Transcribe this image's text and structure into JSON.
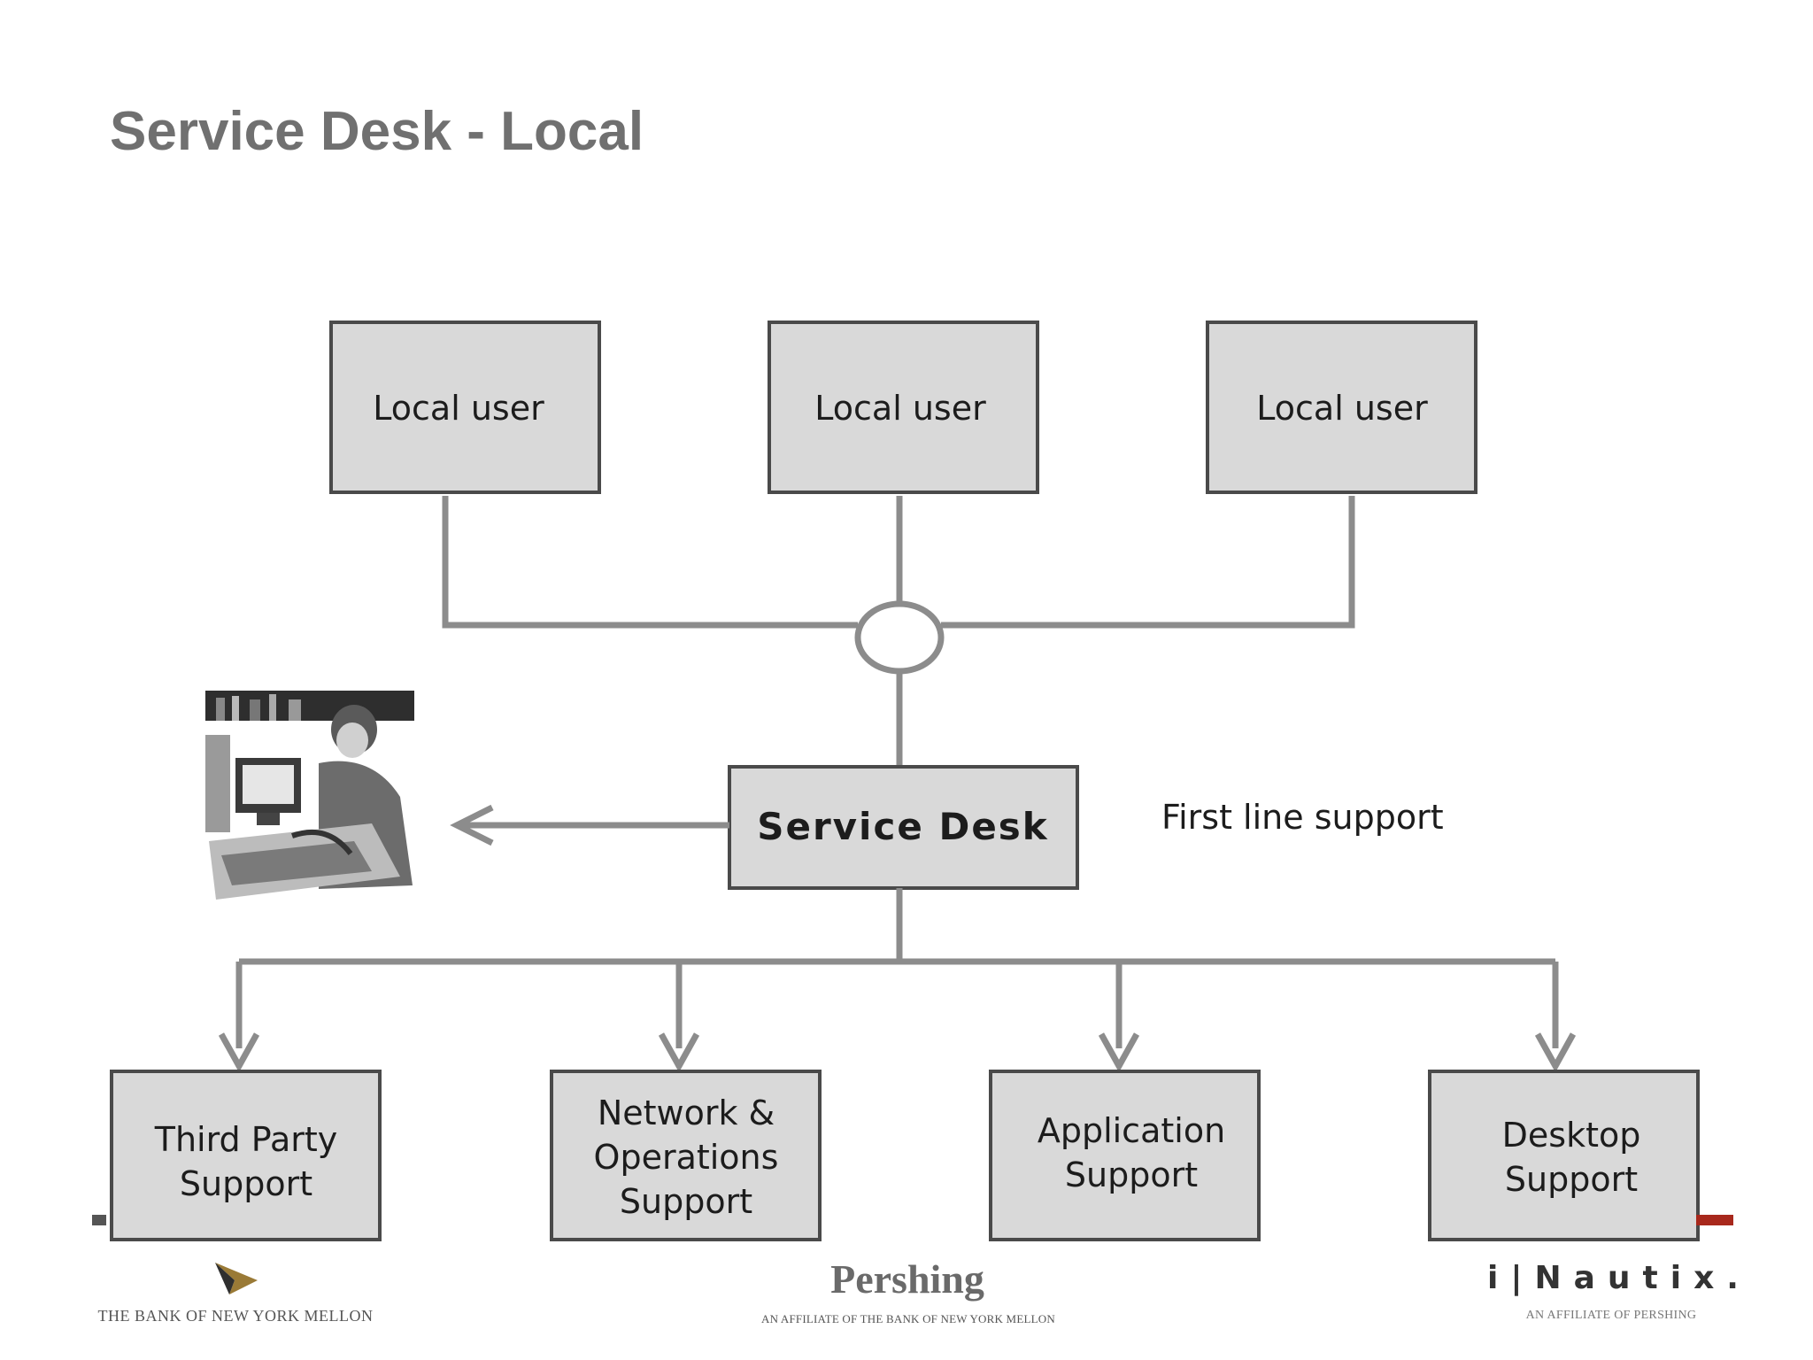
{
  "slide": {
    "title": "Service Desk - Local"
  },
  "diagram": {
    "users": [
      {
        "label": "Local user"
      },
      {
        "label": "Local user"
      },
      {
        "label": "Local user"
      }
    ],
    "service_desk": {
      "label": "Service Desk"
    },
    "annotation": "First line support",
    "support_groups": [
      {
        "lines": [
          "Third Party",
          "Support"
        ]
      },
      {
        "lines": [
          "Network &",
          "Operations",
          "Support"
        ]
      },
      {
        "lines": [
          "Application",
          "Support"
        ]
      },
      {
        "lines": [
          "Desktop",
          "Support"
        ]
      }
    ]
  },
  "footer": {
    "left_logo": "THE BANK OF NEW YORK MELLON",
    "center_logo": {
      "name": "Pershing",
      "tagline": "AN AFFILIATE OF THE BANK OF NEW YORK MELLON"
    },
    "right_logo": {
      "name": "i|Nautix.",
      "tagline": "AN AFFILIATE OF PERSHING"
    }
  },
  "colors": {
    "box_fill": "#d9d9d9",
    "box_stroke": "#4a4a4a",
    "connector": "#8c8c8c",
    "title": "#707070",
    "accent": "#a8281c"
  }
}
